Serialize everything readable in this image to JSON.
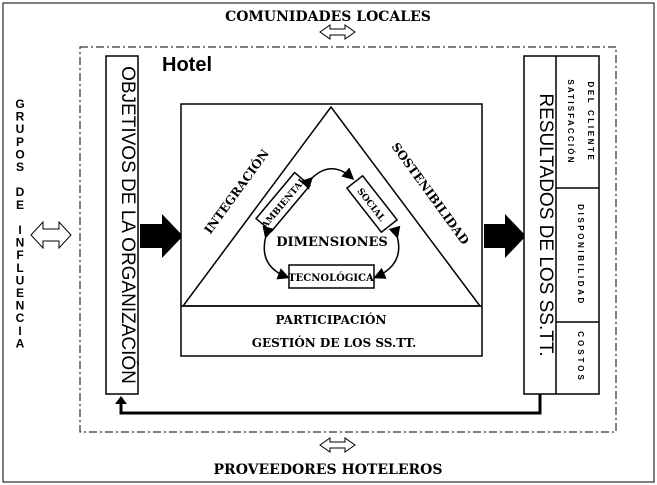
{
  "outer": {
    "top": "COMUNIDADES LOCALES",
    "bottom": "PROVEEDORES HOTELEROS",
    "left": "GRUPOS DE INFLUENCIA"
  },
  "hotel_label": "Hotel",
  "left_column": {
    "text": "OBJETIVOS DE LA ORGANIZACIÓN"
  },
  "right_column": {
    "text": "RESULTADOS DE LOS SS.TT.",
    "cells": [
      {
        "line1": "SATISFACCIÓN",
        "line2": "DEL CLIENTE"
      },
      {
        "line1": "DISPONIBILIDAD",
        "line2": ""
      },
      {
        "line1": "COSTOS",
        "line2": ""
      }
    ]
  },
  "triangle": {
    "left_side": "INTEGRACIÓN",
    "right_side": "SOSTENIBILIDAD",
    "center": "DIMENSIONES",
    "nodes": {
      "ambiental": "AMBIENTAL",
      "social": "SOCIAL",
      "tecnologica": "TECNOLÓGICA"
    }
  },
  "base": {
    "line1": "PARTICIPACIÓN",
    "line2": "GESTIÓN DE LOS SS.TT."
  },
  "colors": {
    "ink": "#000000",
    "background": "#ffffff"
  }
}
